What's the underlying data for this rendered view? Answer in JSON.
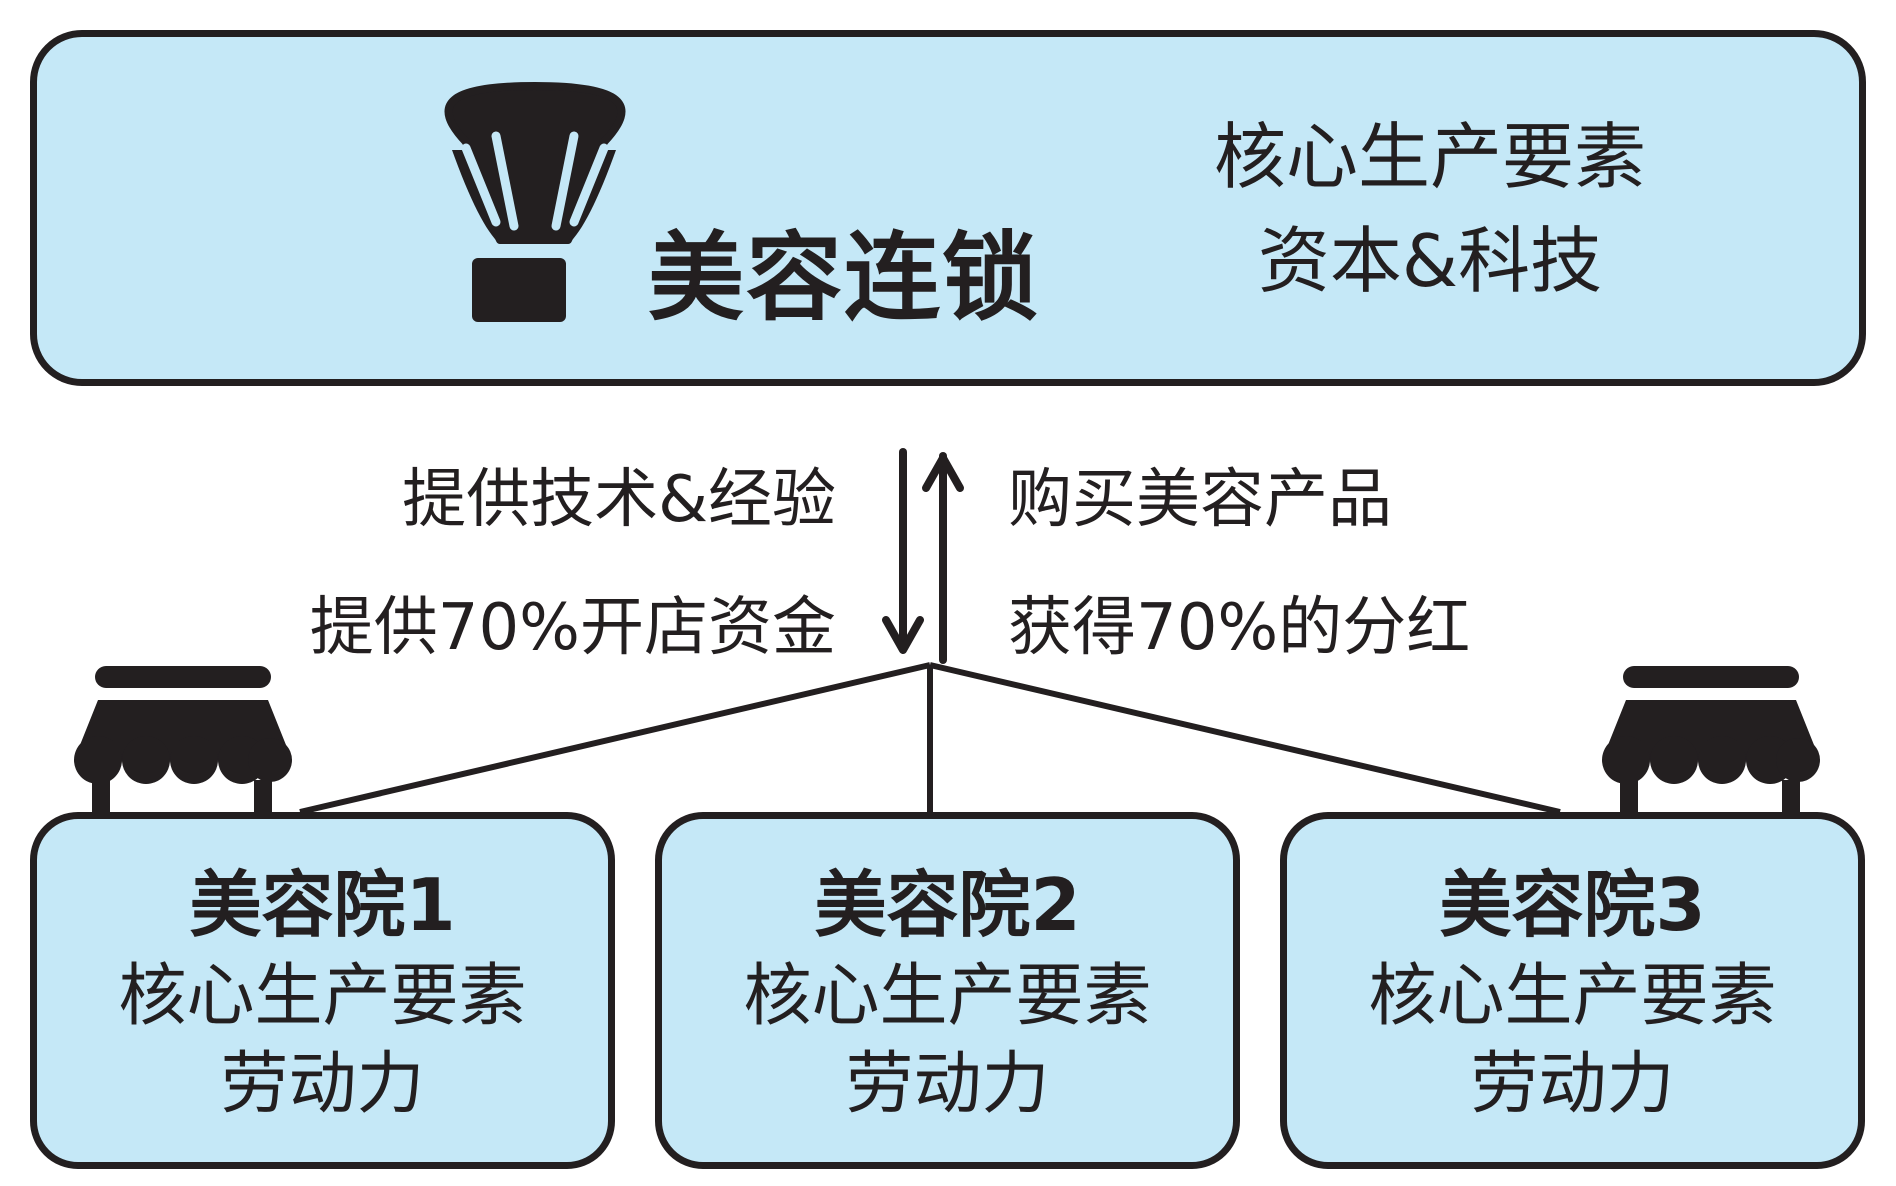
{
  "headquarters": {
    "title": "美容连锁",
    "factor_label": "核心生产要素",
    "factor_value": "资本&科技",
    "icon": "makeup-brush-icon"
  },
  "flows": {
    "down": [
      "提供技术&经验",
      "提供70%开店资金"
    ],
    "up": [
      "购买美容产品",
      "获得70%的分红"
    ]
  },
  "salons": [
    {
      "name": "美容院1",
      "factor_label": "核心生产要素",
      "factor_value": "劳动力"
    },
    {
      "name": "美容院2",
      "factor_label": "核心生产要素",
      "factor_value": "劳动力"
    },
    {
      "name": "美容院3",
      "factor_label": "核心生产要素",
      "factor_value": "劳动力"
    }
  ],
  "colors": {
    "box_fill": "#c5e8f7",
    "stroke": "#231f20"
  }
}
